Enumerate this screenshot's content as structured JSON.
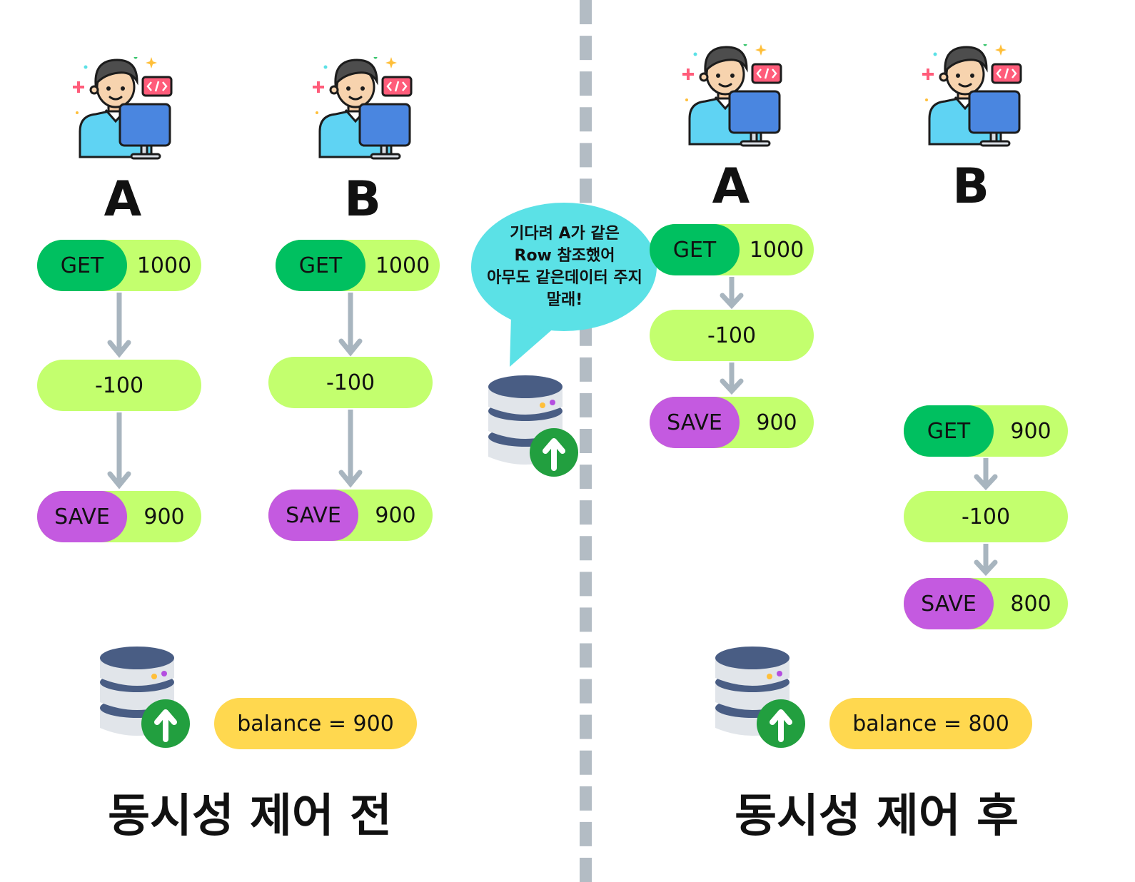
{
  "colors": {
    "get_tag": "#00c060",
    "save_tag": "#c45ae0",
    "value_pill": "#c3ff6e",
    "balance_pill": "#ffd84f",
    "bubble": "#5be1e6",
    "arrow": "#a8b5bf",
    "divider": "#b3bcc4"
  },
  "before": {
    "title": "동시성 제어 전",
    "users": [
      {
        "name": "A",
        "get_label": "GET",
        "get_value": "1000",
        "op": "-100",
        "save_label": "SAVE",
        "save_value": "900"
      },
      {
        "name": "B",
        "get_label": "GET",
        "get_value": "1000",
        "op": "-100",
        "save_label": "SAVE",
        "save_value": "900"
      }
    ],
    "balance": "balance = 900"
  },
  "after": {
    "title": "동시성 제어 후",
    "bubble_lines": [
      "기다려 A가 같은",
      "Row 참조했어",
      "아무도 같은데이터 주지",
      "말래!"
    ],
    "users": [
      {
        "name": "A",
        "get_label": "GET",
        "get_value": "1000",
        "op": "-100",
        "save_label": "SAVE",
        "save_value": "900"
      },
      {
        "name": "B",
        "get_label": "GET",
        "get_value": "900",
        "op": "-100",
        "save_label": "SAVE",
        "save_value": "800"
      }
    ],
    "balance": "balance = 800"
  },
  "icons": [
    "developer-icon",
    "database-icon",
    "upload-arrow-icon"
  ]
}
